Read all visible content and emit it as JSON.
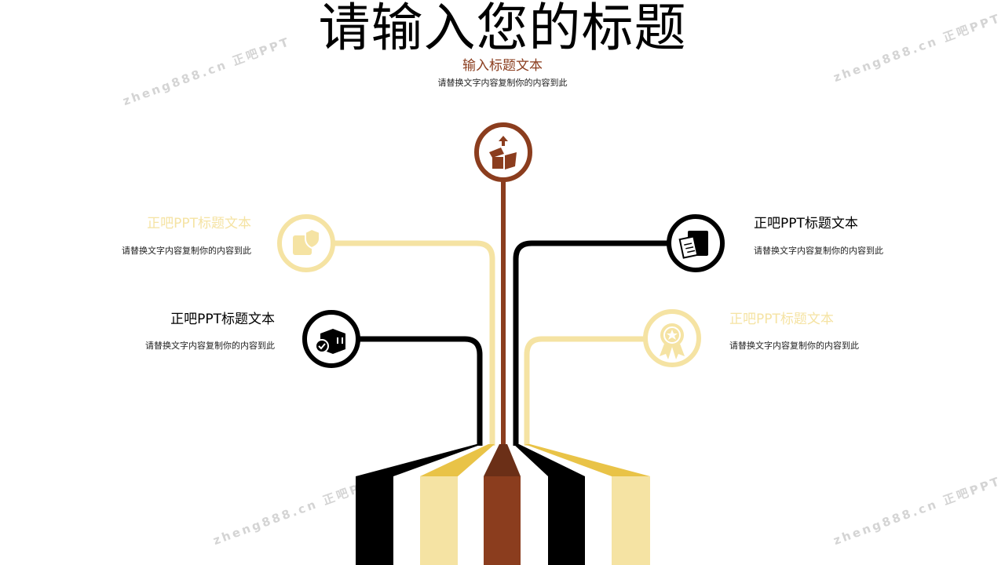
{
  "header": {
    "title": "请输入您的标题",
    "subtitle": "输入标题文本",
    "description": "请替换文字内容复制你的内容到此"
  },
  "watermark": "zheng888.cn 正吧PPT",
  "colors": {
    "brown": "#8b3d1e",
    "dark_brown": "#6b2f17",
    "black": "#000000",
    "cream": "#f5e3a3",
    "gold": "#e9c347"
  },
  "items": [
    {
      "title": "正吧PPT标题文本",
      "description": "请替换文字内容复制你的内容到此",
      "icon": "box-shield-icon"
    },
    {
      "title": "正吧PPT标题文本",
      "description": "请替换文字内容复制你的内容到此",
      "icon": "box-check-icon"
    },
    {
      "title": "正吧PPT标题文本",
      "description": "请替换文字内容复制你的内容到此",
      "icon": "box-clipboard-icon"
    },
    {
      "title": "正吧PPT标题文本",
      "description": "请替换文字内容复制你的内容到此",
      "icon": "award-badge-icon"
    }
  ],
  "center_icon": "open-box-upload-icon"
}
